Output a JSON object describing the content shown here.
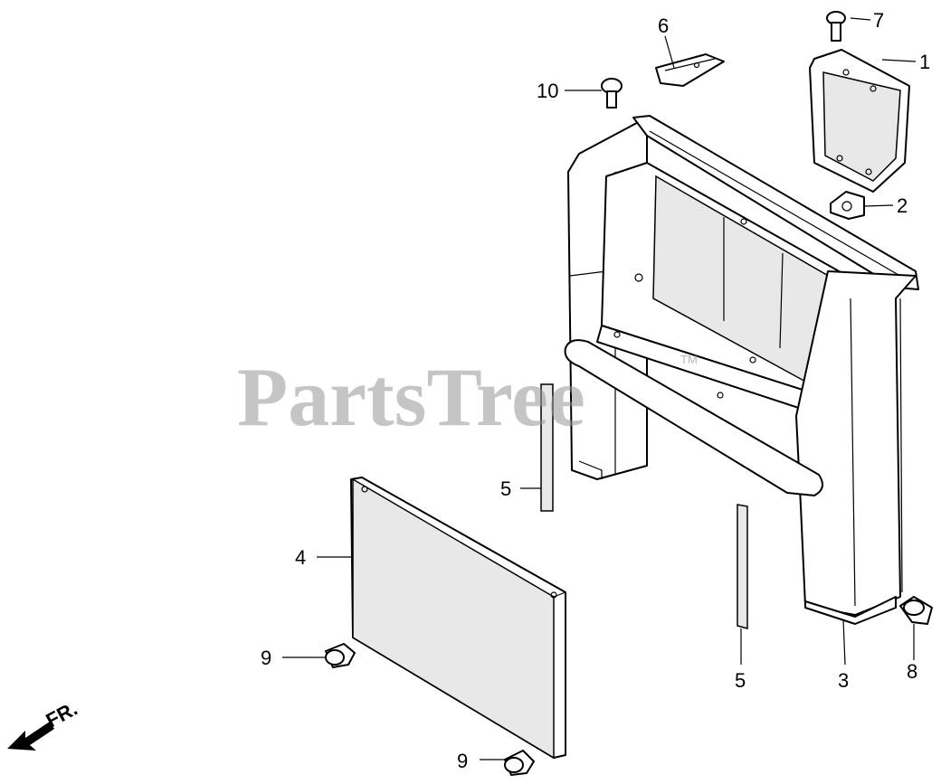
{
  "watermark": {
    "text": "PartsTree",
    "trademark": "TM"
  },
  "direction_indicator": {
    "label": "FR."
  },
  "callouts": {
    "c1": "1",
    "c2": "2",
    "c3": "3",
    "c4": "4",
    "c5a": "5",
    "c5b": "5",
    "c6": "6",
    "c7": "7",
    "c8": "8",
    "c9a": "9",
    "c9b": "9",
    "c10": "10"
  }
}
